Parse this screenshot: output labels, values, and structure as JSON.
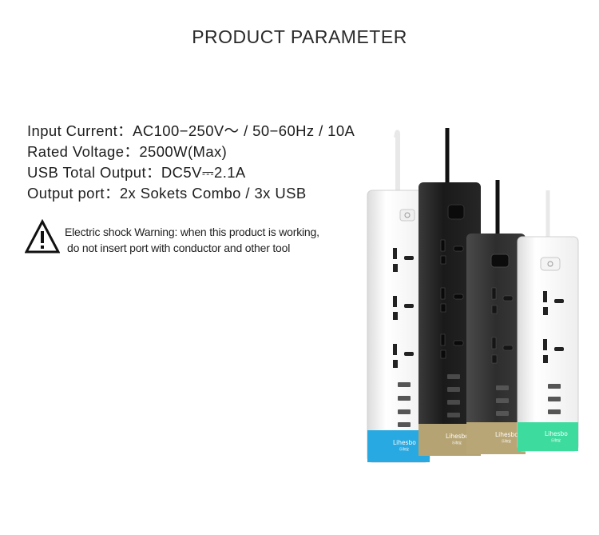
{
  "page": {
    "title": "PRODUCT PARAMETER"
  },
  "specs": [
    {
      "label": "Input Current：",
      "value": "AC100−250V～ / 50−60Hz / 10A"
    },
    {
      "label": "Rated Voltage：",
      "value": "2500W(Max)"
    },
    {
      "label": "USB Total Output：",
      "value": "DC5V⎓2.1A"
    },
    {
      "label": "Output port：",
      "value": "2x Sokets Combo / 3x USB"
    }
  ],
  "warning": {
    "line1": "Electric shock Warning: when this product is working,",
    "line2": "do not insert port with conductor and other tool",
    "icon": "warning-triangle-icon"
  },
  "product": {
    "brand": "Lihesbo",
    "brand_sub": "乐和宝",
    "colors": {
      "white_strip_base": "#29a9e1",
      "black_strip_base": "#b5a373",
      "gray_strip_base": "#b9a676",
      "white_small_base": "#3ddc9e"
    }
  }
}
